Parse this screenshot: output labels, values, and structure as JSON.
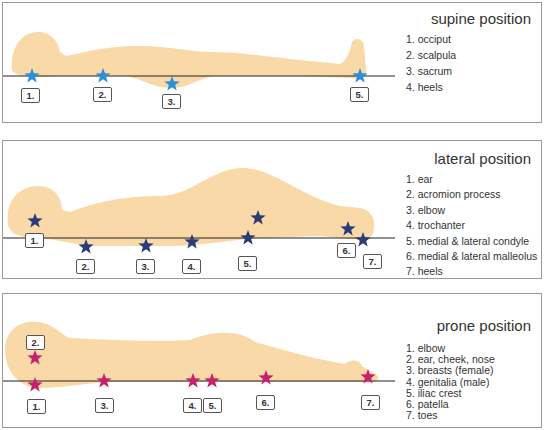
{
  "diagram": {
    "nodes": [
      {
        "text": [
          "supine position",
          "1. occiput",
          "2. scalpula",
          "3. sacrum",
          "4. heels"
        ]
      },
      {
        "text": [
          "1."
        ],
        "in": 0
      },
      {
        "text": [
          "2."
        ],
        "in": 0
      },
      {
        "text": [
          "3."
        ],
        "in": 0
      },
      {
        "text": [
          "5."
        ],
        "in": 0
      },
      {
        "text": [
          "lateral position",
          "1. ear",
          "2. acromion process",
          "3. elbow",
          "4. trochanter",
          "5. medial & lateral condyle",
          "6. medial & lateral malleolus",
          "7. heels"
        ]
      },
      {
        "text": [
          "1."
        ],
        "in": 5
      },
      {
        "text": [
          "2."
        ],
        "in": 5
      },
      {
        "text": [
          "3."
        ],
        "in": 5
      },
      {
        "text": [
          "4."
        ],
        "in": 5
      },
      {
        "text": [
          "5."
        ],
        "in": 5
      },
      {
        "text": [
          "6."
        ],
        "in": 5
      },
      {
        "text": [
          "7."
        ],
        "in": 5
      },
      {
        "text": [
          "prone position",
          "1. elbow",
          "2. ear, cheek, nose",
          "3. breasts (female)",
          "4. genitalia (male)",
          "5. iliac crest",
          "6. patella",
          "7. toes"
        ]
      },
      {
        "text": [
          "1."
        ],
        "in": 13
      },
      {
        "text": [
          "2."
        ],
        "in": 13
      },
      {
        "text": [
          "3."
        ],
        "in": 13
      },
      {
        "text": [
          "4."
        ],
        "in": 13
      },
      {
        "text": [
          "5."
        ],
        "in": 13
      },
      {
        "text": [
          "6."
        ],
        "in": 13
      },
      {
        "text": [
          "7."
        ],
        "in": 13
      }
    ]
  }
}
